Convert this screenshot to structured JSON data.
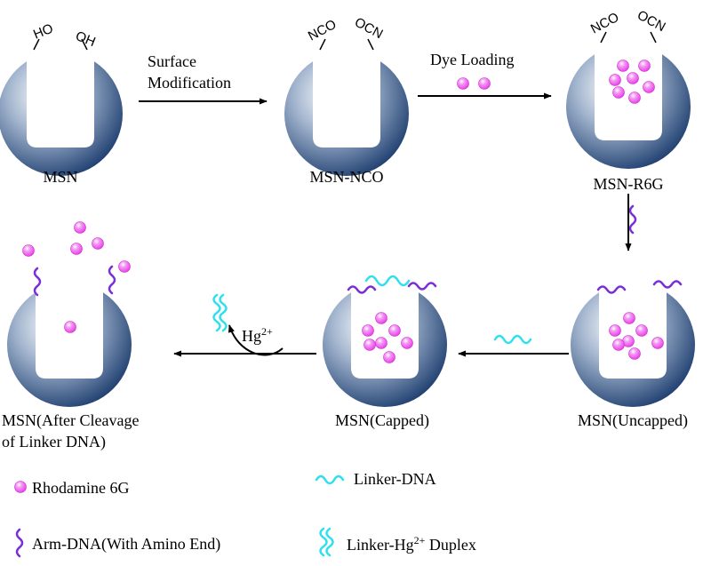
{
  "colors": {
    "sphere_dark": "#1f3f70",
    "sphere_light": "#ffffff",
    "pore": "#ffffff",
    "dye": "#e83ee8",
    "arm_dna": "#7a2fd6",
    "linker_dna": "#2ee0ee",
    "arrow": "#000000"
  },
  "nodes": {
    "msn": "MSN",
    "msn_nco": "MSN-NCO",
    "msn_r6g": "MSN-R6G",
    "msn_uncapped": "MSN(Uncapped)",
    "msn_capped": "MSN(Capped)",
    "msn_cleaved_line1": "MSN(After Cleavage",
    "msn_cleaved_line2": "of Linker DNA)"
  },
  "groups": {
    "ho": "HO",
    "oh": "OH",
    "nco": "NCO",
    "ocn": "OCN"
  },
  "steps": {
    "surface_line1": "Surface",
    "surface_line2": "Modification",
    "dye_loading": "Dye Loading",
    "hg_base": "Hg",
    "hg_charge": "2+"
  },
  "legend": {
    "rhodamine": "Rhodamine 6G",
    "linker_dna": "Linker-DNA",
    "arm_dna": "Arm-DNA(With Amino End)",
    "duplex_prefix": "Linker-Hg",
    "duplex_charge": "2+",
    "duplex_suffix": " Duplex"
  },
  "icons": {
    "sphere": "mesoporous-silica-sphere",
    "dye": "dye-ball-icon",
    "arm": "arm-dna-squiggle-icon",
    "linker": "linker-dna-wave-icon",
    "duplex": "duplex-helix-icon"
  }
}
